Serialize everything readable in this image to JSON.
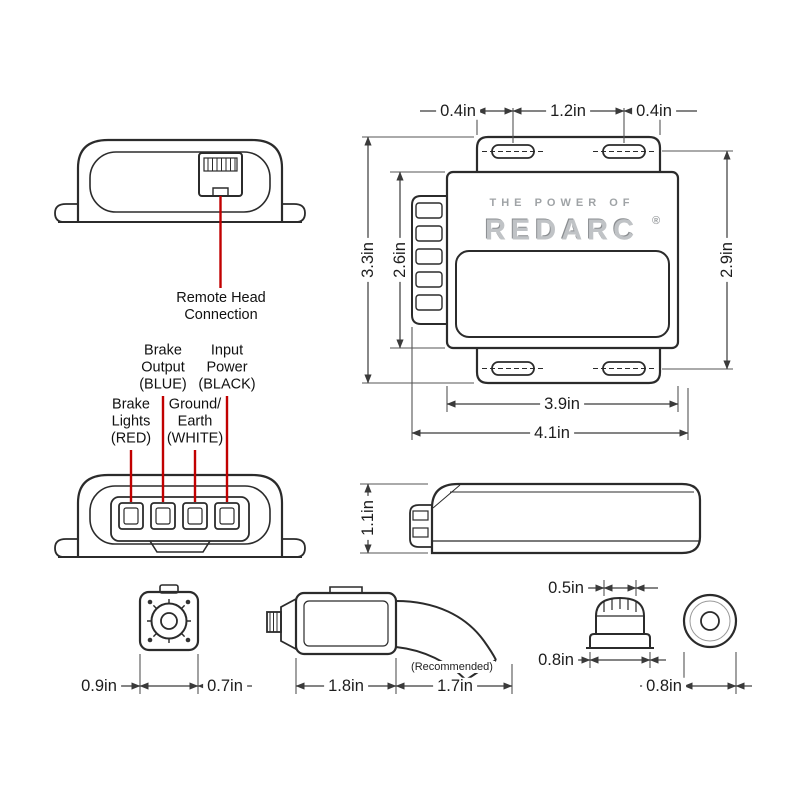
{
  "brand": {
    "power_of": "THE POWER OF",
    "name": "REDARC",
    "registered": "®"
  },
  "callouts": {
    "remote_head": "Remote Head\nConnection",
    "brake_output": "Brake\nOutput\n(BLUE)",
    "input_power": "Input\nPower\n(BLACK)",
    "brake_lights": "Brake\nLights\n(RED)",
    "ground_earth": "Ground/\nEarth\n(WHITE)"
  },
  "dims": {
    "top_tab_left": "0.4in",
    "top_center": "1.2in",
    "top_tab_right": "0.4in",
    "height_overall": "3.3in",
    "height_body": "2.6in",
    "slot_span": "2.9in",
    "width_body": "3.9in",
    "width_overall": "4.1in",
    "side_height": "1.1in",
    "conn_width": "0.9in",
    "conn_depth": "0.7in",
    "plug_length": "1.8in",
    "clearance": "1.7in",
    "clearance_note": "(Recommended)",
    "knob_top": "0.5in",
    "knob_base": "0.8in",
    "grommet_dia": "0.8in"
  },
  "colors": {
    "line": "#2b2b2b",
    "dimension_line": "#3a3a3a",
    "leader_red": "#c10000",
    "brand_gray": "#c0c3c6"
  }
}
